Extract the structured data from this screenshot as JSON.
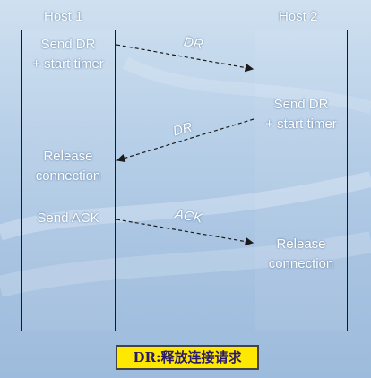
{
  "hosts": {
    "host1": {
      "title": "Host 1",
      "events": {
        "send_dr": [
          "Send DR",
          "+ start timer"
        ],
        "release": [
          "Release",
          "connection"
        ],
        "send_ack": "Send ACK"
      }
    },
    "host2": {
      "title": "Host 2",
      "events": {
        "send_dr": [
          "Send DR",
          "+ start timer"
        ],
        "release": [
          "Release",
          "connection"
        ]
      }
    }
  },
  "messages": [
    "DR",
    "DR",
    "ACK"
  ],
  "caption": "DR:释放连接请求",
  "colors": {
    "caption_bg": "#ffe800",
    "caption_text": "#2a1a6a",
    "text": "#ffffff",
    "lines": "#1a1a1a"
  }
}
